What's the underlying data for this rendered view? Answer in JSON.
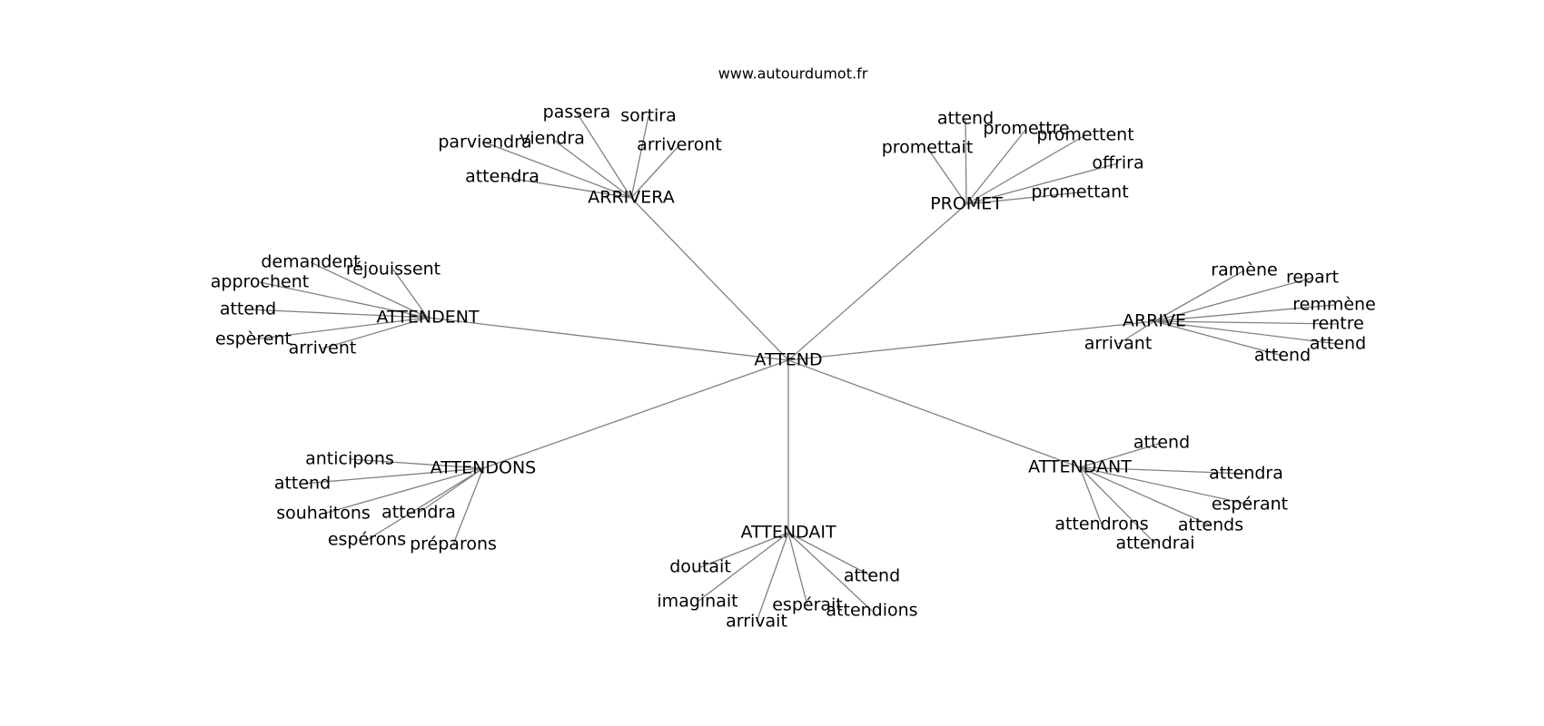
{
  "source_label": "www.autourdumot.fr",
  "center": "ATTEND",
  "groups": [
    {
      "hub": "ARRIVERA",
      "words": [
        "passera",
        "sortira",
        "viendra",
        "parviendra",
        "arriveront",
        "attendra"
      ]
    },
    {
      "hub": "PROMET",
      "words": [
        "attend",
        "promettre",
        "promettent",
        "promettait",
        "offrira",
        "promettant"
      ]
    },
    {
      "hub": "ATTENDENT",
      "words": [
        "demandent",
        "réjouissent",
        "approchent",
        "attend",
        "espèrent",
        "arrivent"
      ]
    },
    {
      "hub": "ARRIVE",
      "words": [
        "ramène",
        "repart",
        "remmène",
        "rentre",
        "attend",
        "arrivant",
        "attend"
      ]
    },
    {
      "hub": "ATTENDONS",
      "words": [
        "anticipons",
        "attend",
        "souhaitons",
        "attendra",
        "espérons",
        "préparons"
      ]
    },
    {
      "hub": "ATTENDANT",
      "words": [
        "attend",
        "attendra",
        "espérant",
        "attends",
        "attendrons",
        "attendrai"
      ]
    },
    {
      "hub": "ATTENDAIT",
      "words": [
        "doutait",
        "attend",
        "imaginait",
        "espérait",
        "attendions",
        "arrivait"
      ]
    }
  ]
}
